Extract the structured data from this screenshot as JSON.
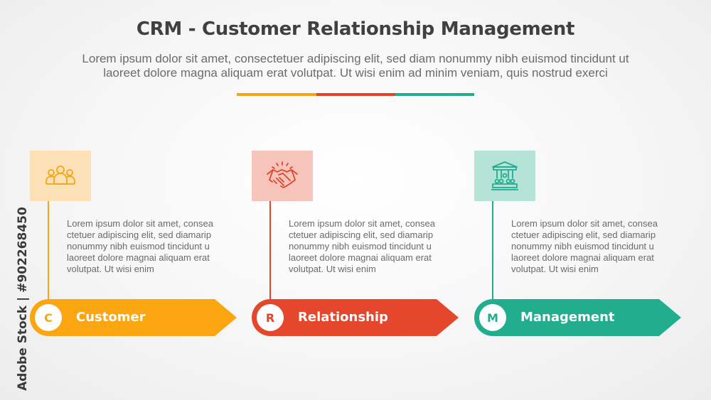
{
  "title": "CRM - Customer Relationship Management",
  "subtitle_line1": "Lorem ipsum dolor sit amet, consectetuer adipiscing elit, sed diam nonummy nibh euismod tincidunt ut",
  "subtitle_line2": "laoreet dolore magna aliquam erat volutpat. Ut wisi enim ad minim veniam, quis nostrud exerci",
  "watermark": "Adobe Stock | #902268450",
  "colors": {
    "orange": "#fba510",
    "red": "#e4472b",
    "teal": "#22ad8e"
  },
  "steps": [
    {
      "letter": "C",
      "label": "Customer",
      "icon": "people-group-icon",
      "desc": [
        "Lorem ipsum dolor sit amet, consea",
        "ctetuer adipiscing elit, sed diamarip",
        "nonummy nibh euismod tincidunt u",
        "laoreet dolore magnai aliquam erat",
        "volutpat. Ut wisi enim"
      ]
    },
    {
      "letter": "R",
      "label": "Relationship",
      "icon": "handshake-icon",
      "desc": [
        "Lorem ipsum dolor sit amet, consea",
        "ctetuer adipiscing elit, sed diamarip",
        "nonummy nibh euismod tincidunt u",
        "laoreet dolore magnai aliquam erat",
        "volutpat. Ut wisi enim"
      ]
    },
    {
      "letter": "M",
      "label": "Management",
      "icon": "management-building-icon",
      "desc": [
        "Lorem ipsum dolor sit amet, consea",
        "ctetuer adipiscing elit, sed diamarip",
        "nonummy nibh euismod tincidunt u",
        "laoreet dolore magnai aliquam erat",
        "volutpat. Ut wisi enim"
      ]
    }
  ]
}
